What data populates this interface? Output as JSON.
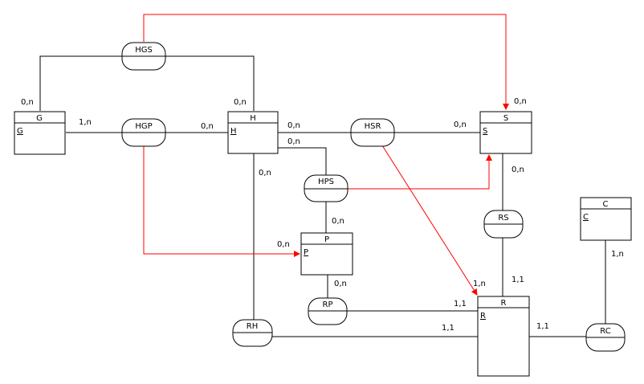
{
  "diagram": {
    "entities": {
      "g": {
        "name": "G",
        "key": "G"
      },
      "h": {
        "name": "H",
        "key": "H"
      },
      "s": {
        "name": "S",
        "key": "S"
      },
      "p": {
        "name": "P",
        "key": "P"
      },
      "c": {
        "name": "C",
        "key": "C"
      },
      "r": {
        "name": "R",
        "key": "R"
      }
    },
    "relations": {
      "hgs": "HGS",
      "hgp": "HGP",
      "hsr": "HSR",
      "hps": "HPS",
      "rs": "RS",
      "rp": "RP",
      "rh": "RH",
      "rc": "RC"
    },
    "cardinalities": {
      "g_hgs": "0,n",
      "h_hgs": "0,n",
      "s_hgs": "0,n",
      "g_hgp": "1,n",
      "h_hgp": "0,n",
      "h_hsr": "0,n",
      "s_hsr": "0,n",
      "h_hps": "0,n",
      "h_rh": "0,n",
      "s_rs": "0,n",
      "p_hps": "0,n",
      "p_hgp": "0,n",
      "p_rp": "0,n",
      "r_hsr": "1,n",
      "r_rs": "1,1",
      "r_rp": "1,1",
      "r_rh": "1,1",
      "r_rc": "1,1",
      "c_rc": "1,n"
    },
    "colors": {
      "line": "#000000",
      "arrow": "#ff0000",
      "fill": "#ffffff"
    }
  }
}
